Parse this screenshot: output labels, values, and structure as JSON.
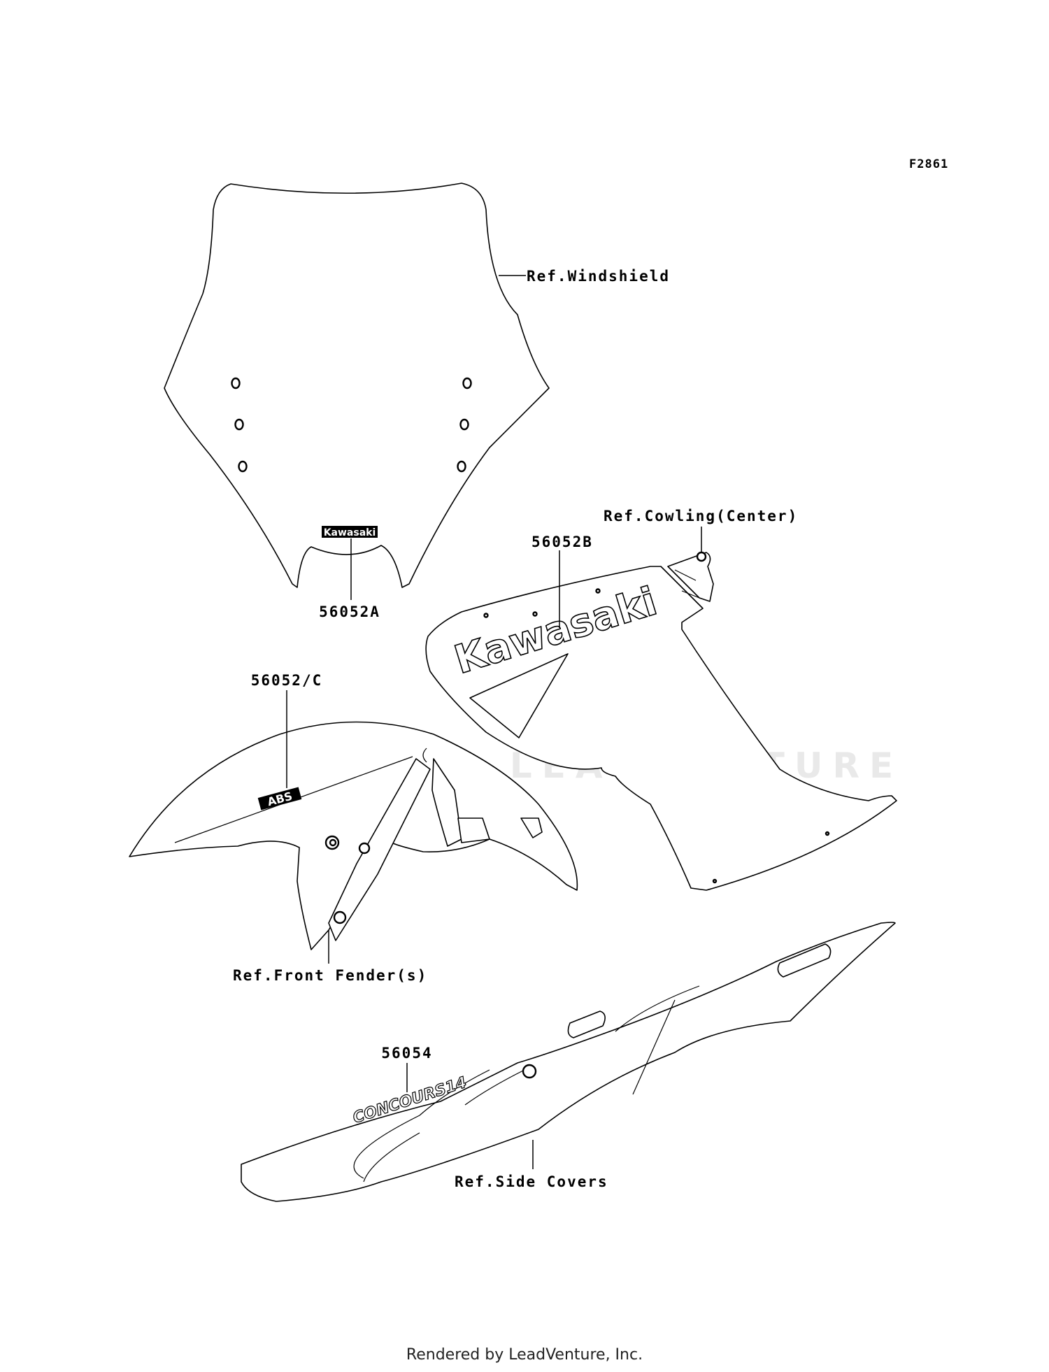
{
  "figure_code": "F2861",
  "labels": {
    "windshield": "Ref.Windshield",
    "part_56052A": "56052A",
    "cowling": "Ref.Cowling(Center)",
    "part_56052B": "56052B",
    "part_56052C": "56052/C",
    "front_fender": "Ref.Front Fender(s)",
    "part_56054": "56054",
    "side_covers": "Ref.Side Covers"
  },
  "decals": {
    "windshield_logo": "Kawasaki",
    "cowling_logo": "Kawasaki",
    "fender_logo": "ABS",
    "side_logo": "CONCOURS14"
  },
  "watermark": "LEADVENTURE",
  "footer": "Rendered by LeadVenture, Inc."
}
